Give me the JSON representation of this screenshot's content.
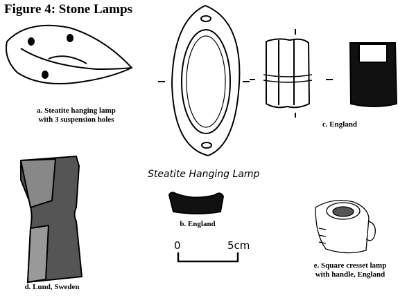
{
  "title": "Figure 4: Stone Lamps",
  "captions": {
    "a_line1": "a. Steatite hanging lamp",
    "a_line2": "with 3 suspension holes",
    "b": "b. England",
    "c": "c. England",
    "d": "d. Lund, Sweden",
    "e_line1": "e. Square cresset lamp",
    "e_line2": "with handle, England"
  },
  "drawing_label": "Steatite Hanging Lamp",
  "scale": {
    "start": "0",
    "end": "5cm"
  }
}
